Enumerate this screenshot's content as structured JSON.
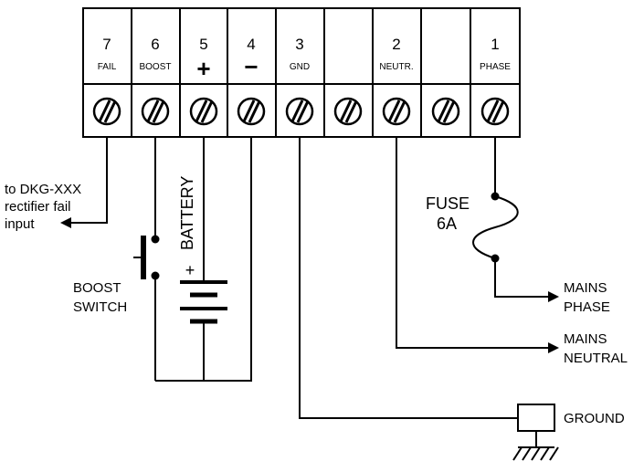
{
  "terminals": [
    {
      "number": "7",
      "label": "FAIL"
    },
    {
      "number": "6",
      "label": "BOOST"
    },
    {
      "number": "5",
      "label": "",
      "sign": "+"
    },
    {
      "number": "4",
      "label": "",
      "sign": "−"
    },
    {
      "number": "3",
      "label": "GND"
    },
    {
      "number": "",
      "label": ""
    },
    {
      "number": "2",
      "label": "NEUTR."
    },
    {
      "number": "",
      "label": ""
    },
    {
      "number": "1",
      "label": "PHASE"
    }
  ],
  "labels": {
    "fail_out_1": "to DKG-XXX",
    "fail_out_2": "rectifier fail",
    "fail_out_3": "input",
    "boost_1": "BOOST",
    "boost_2": "SWITCH",
    "battery": "BATTERY",
    "battery_plus": "+",
    "fuse_1": "FUSE",
    "fuse_2": "6A",
    "mains_phase_1": "MAINS",
    "mains_phase_2": "PHASE",
    "mains_neutral_1": "MAINS",
    "mains_neutral_2": "NEUTRAL",
    "ground": "GROUND"
  }
}
